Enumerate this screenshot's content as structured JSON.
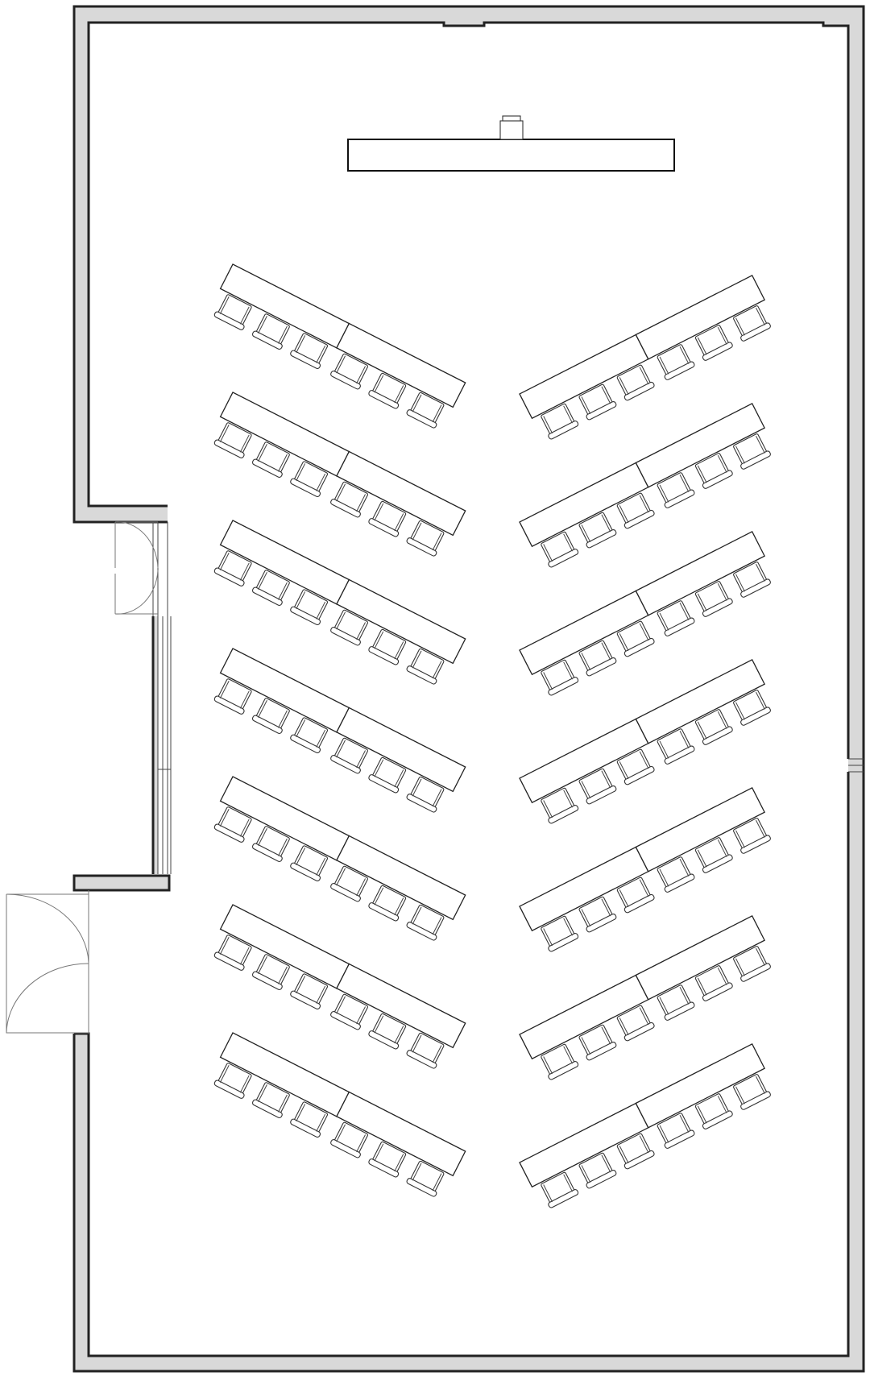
{
  "plan": {
    "rows_per_side": 7,
    "tables_per_row": 2,
    "chairs_per_table": 3
  }
}
